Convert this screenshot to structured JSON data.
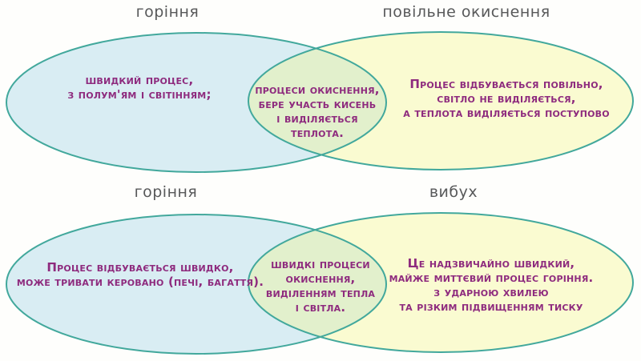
{
  "palette": {
    "ellipse_outline": "#42a89c",
    "left_ellipse_fill": "#d9edf3",
    "right_ellipse_fill": "#fafbd1",
    "overlap_fill": "#e2f0cc",
    "body_text_color": "#8e2b7e",
    "title_text_color": "#58595a",
    "background": "#fefefc"
  },
  "diagrams": [
    {
      "left_title": "горіння",
      "right_title": "повільне окиснення",
      "left_text": "швидкий процес,\nз полум'ям і світінням;",
      "overlap_text": "процеси окиснення,\nбере участь кисень\nі виділяється\nтеплота.",
      "right_text": "Процес відбувається повільно,\nсвітло не виділяється,\nа теплота виділяється поступово"
    },
    {
      "left_title": "горіння",
      "right_title": "вибух",
      "left_text": "Процес відбувається швидко,\nможе тривати керовано (печі, багаття).",
      "overlap_text": "швидкі процеси\nокиснення,\nвиділенням тепла\nі світла.",
      "right_text": "Це надзвичайно швидкий,\nмайже миттєвий процес горіння.\nз ударною хвилею\nта різким підвищенням тиску"
    }
  ]
}
